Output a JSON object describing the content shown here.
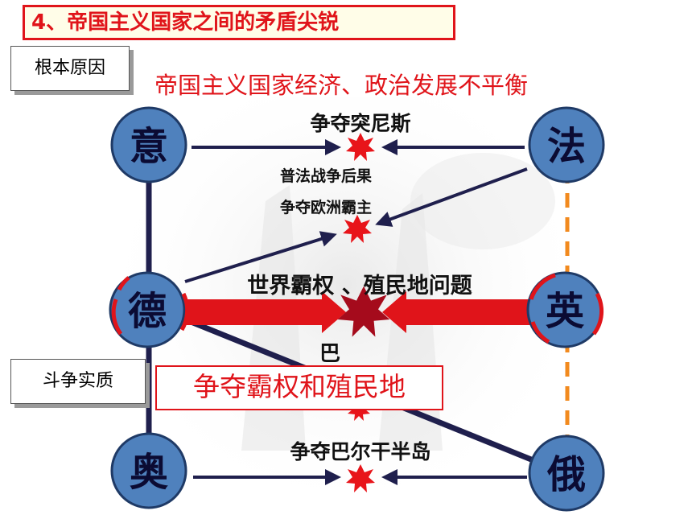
{
  "title": "4、帝国主义国家之间的矛盾尖锐",
  "root_cause_label": "根本原因",
  "root_cause_text": "帝国主义国家经济、政治发展不平衡",
  "essence_label": "斗争实质",
  "essence_text": "争夺霸权和殖民地",
  "countries": {
    "italy": "意",
    "france": "法",
    "germany": "德",
    "britain": "英",
    "austria": "奥",
    "russia": "俄"
  },
  "conflicts": {
    "tunisia": "争夺突尼斯",
    "franco_prussian_1": "普法战争后果",
    "franco_prussian_2": "争夺欧洲霸主",
    "world_hegemony": "世界霸权 、殖民地问题",
    "balkans": "争夺巴尔干半岛",
    "hidden_partial": "巴"
  },
  "colors": {
    "accent_red": "#e0141a",
    "node_fill": "#4f81bd",
    "line_navy": "#1f1f4d",
    "dash_orange": "#f28a1e"
  }
}
